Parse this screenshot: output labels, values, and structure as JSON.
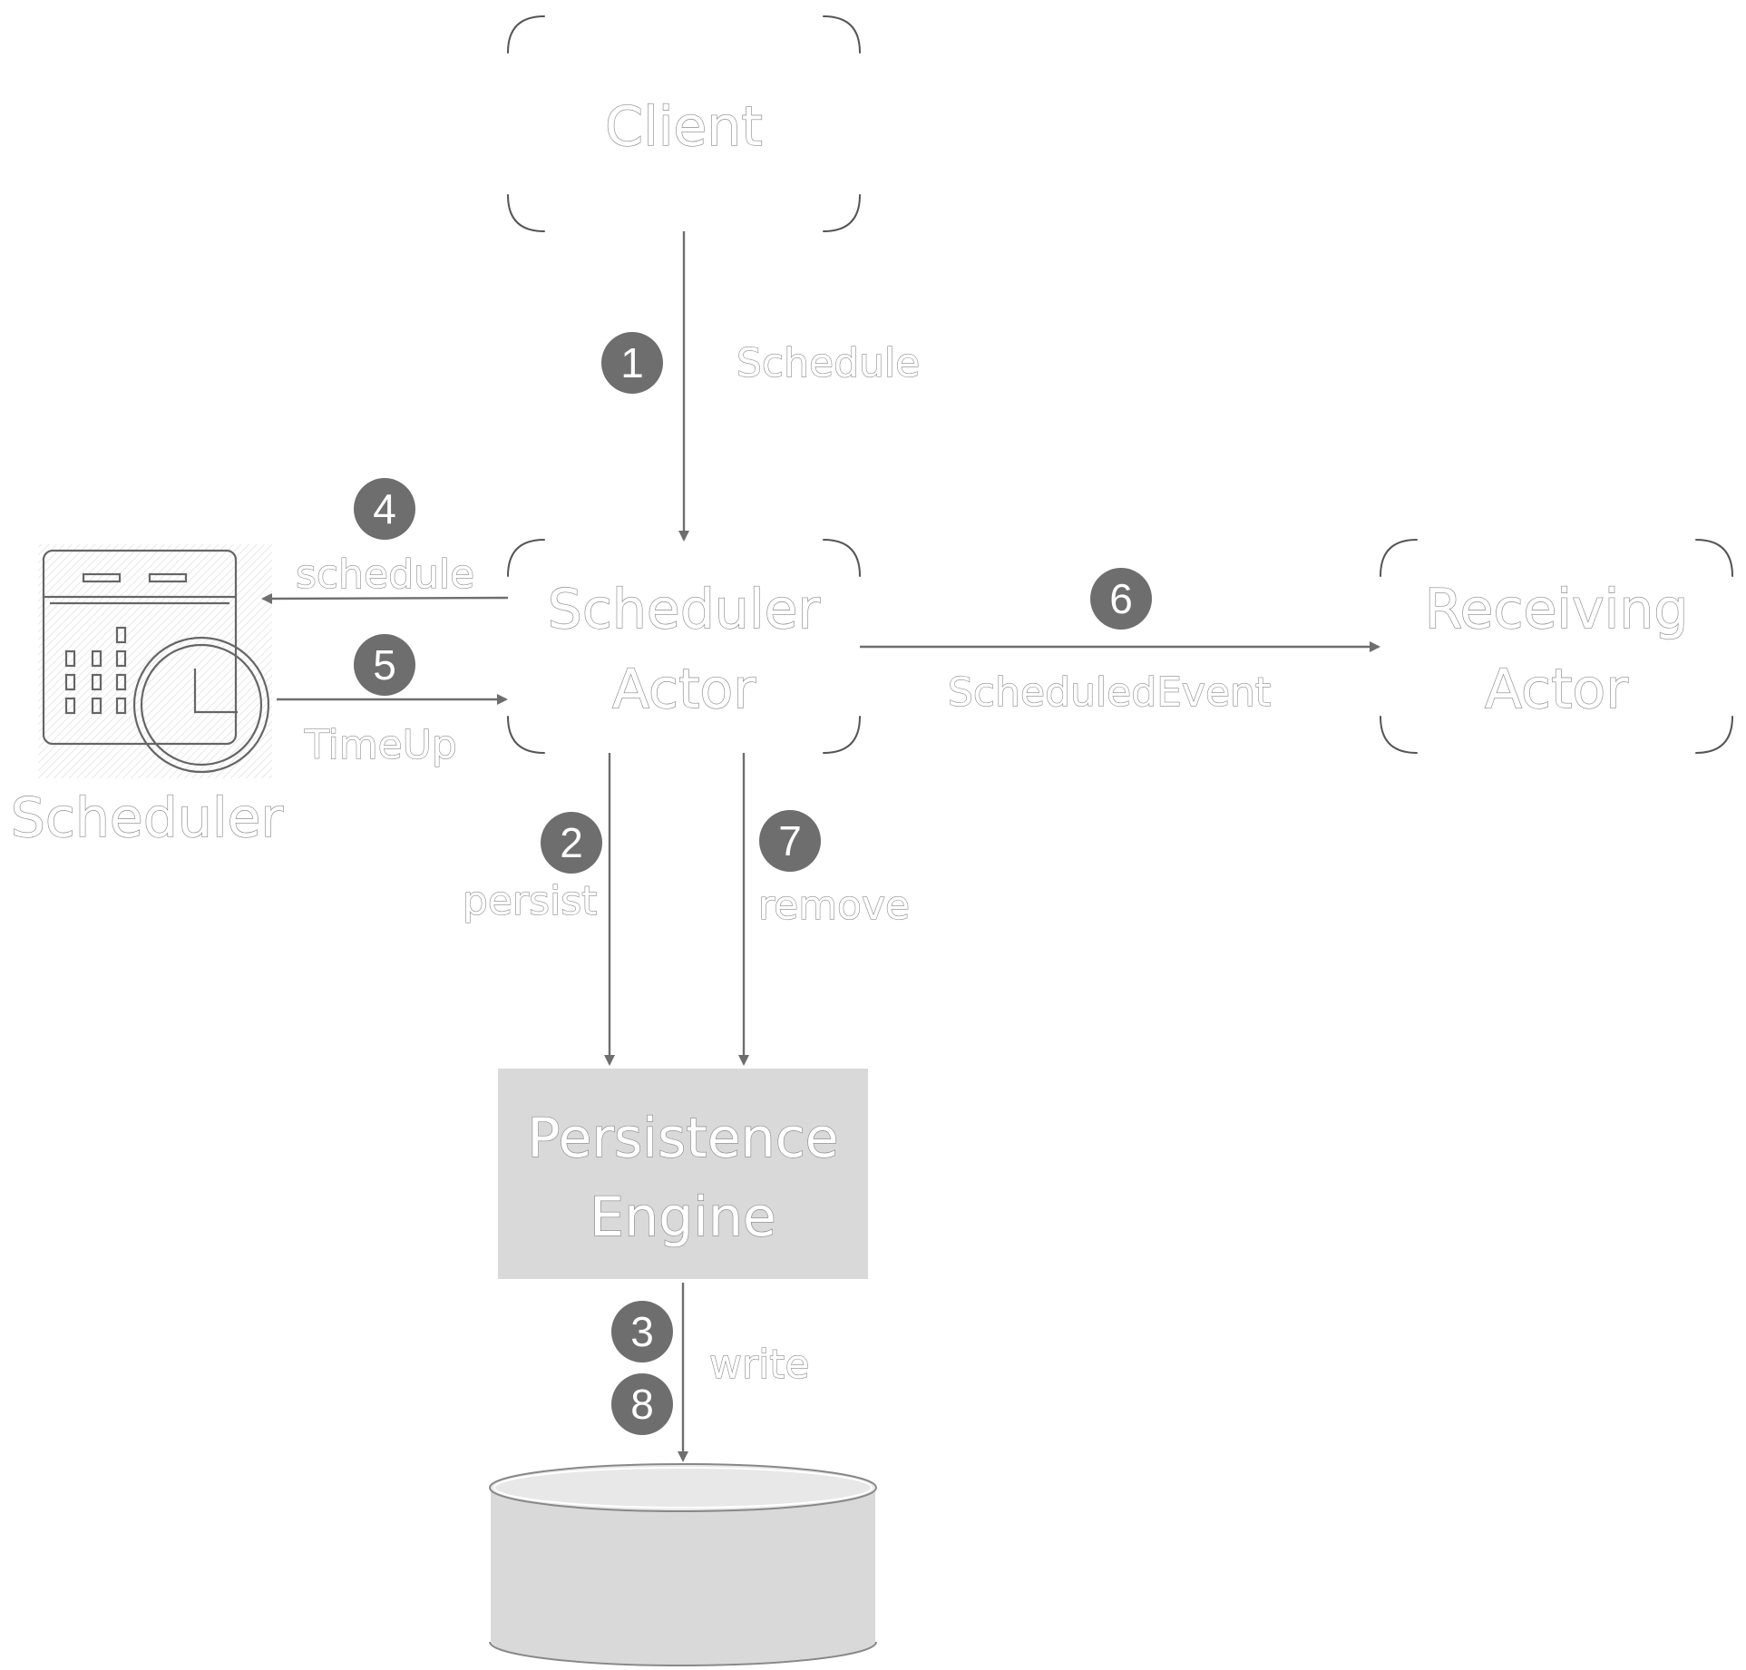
{
  "nodes": {
    "client": "Client",
    "scheduler_actor_line1": "Scheduler",
    "scheduler_actor_line2": "Actor",
    "receiving_actor_line1": "Receiving",
    "receiving_actor_line2": "Actor",
    "persistence_engine_line1": "Persistence",
    "persistence_engine_line2": "Engine",
    "scheduler": "Scheduler"
  },
  "edges": {
    "schedule_from_client": "Schedule",
    "persist": "persist",
    "write": "write",
    "schedule_to_scheduler": "schedule",
    "time_up": "TimeUp",
    "scheduled_event": "ScheduledEvent",
    "remove": "remove"
  },
  "steps": {
    "s1": "1",
    "s2": "2",
    "s3": "3",
    "s4": "4",
    "s5": "5",
    "s6": "6",
    "s7": "7",
    "s8": "8"
  },
  "icons": {
    "scheduler": "calendar-clock-icon",
    "database": "database-icon"
  },
  "colors": {
    "badge": "#6e6e6e",
    "arrow": "#6e6e6e",
    "persistence_fill": "#d9d9d9",
    "database_fill": "#d9d9d9"
  }
}
